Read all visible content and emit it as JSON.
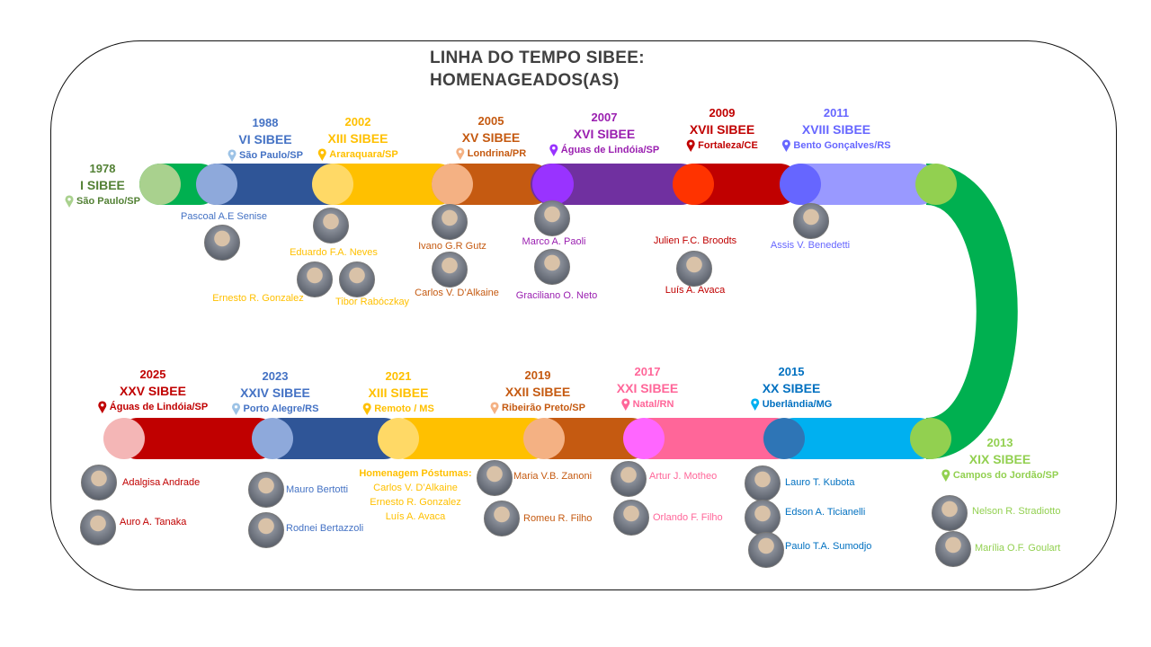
{
  "title": {
    "line1": "LINHA DO TEMPO SIBEE:",
    "line2": "HOMENAGEADOS(AS)"
  },
  "events": [
    {
      "year": "1978",
      "edition": "I SIBEE",
      "city": "São Paulo/SP",
      "color": "#538135",
      "pin_color": "#A9D18E",
      "honorees": []
    },
    {
      "year": "1988",
      "edition": "VI SIBEE",
      "city": "São Paulo/SP",
      "color": "#4472C4",
      "pin_color": "#9DC3E6",
      "honorees": [
        "Pascoal A.E Senise"
      ]
    },
    {
      "year": "2002",
      "edition": "XIII SIBEE",
      "city": "Araraquara/SP",
      "color": "#FFC000",
      "pin_color": "#FFC000",
      "honorees": [
        "Eduardo F.A. Neves",
        "Ernesto R. Gonzalez",
        "Tibor Rabóczkay"
      ]
    },
    {
      "year": "2005",
      "edition": "XV SIBEE",
      "city": "Londrina/PR",
      "color": "#C55A11",
      "pin_color": "#F4B183",
      "honorees": [
        "Ivano G.R Gutz",
        "Carlos V. D’Alkaine"
      ]
    },
    {
      "year": "2007",
      "edition": "XVI SIBEE",
      "city": "Águas de Lindóia/SP",
      "color": "#9A1FB0",
      "pin_color": "#9933FF",
      "honorees": [
        "Marco A. Paoli",
        "Graciliano O. Neto"
      ]
    },
    {
      "year": "2009",
      "edition": "XVII SIBEE",
      "city": "Fortaleza/CE",
      "color": "#C00000",
      "pin_color": "#C00000",
      "honorees": [
        "Julien F.C. Broodts",
        "Luís A. Avaca"
      ]
    },
    {
      "year": "2011",
      "edition": "XVIII SIBEE",
      "city": "Bento Gonçalves/RS",
      "color": "#6666FF",
      "pin_color": "#6666FF",
      "honorees": [
        "Assis V. Benedetti"
      ]
    },
    {
      "year": "2013",
      "edition": "XIX SIBEE",
      "city": "Campos do Jordão/SP",
      "color": "#92D050",
      "pin_color": "#92D050",
      "honorees": [
        "Nelson R. Stradiotto",
        "Marília O.F. Goulart"
      ]
    },
    {
      "year": "2015",
      "edition": "XX SIBEE",
      "city": "Uberlândia/MG",
      "color": "#0070C0",
      "pin_color": "#00B0F0",
      "honorees": [
        "Lauro T. Kubota",
        "Edson A. Ticianelli",
        "Paulo T.A. Sumodjo"
      ]
    },
    {
      "year": "2017",
      "edition": "XXI SIBEE",
      "city": "Natal/RN",
      "color": "#FF6699",
      "pin_color": "#FF6699",
      "honorees": [
        "Artur J. Motheo",
        "Orlando F. Filho"
      ]
    },
    {
      "year": "2019",
      "edition": "XXII SIBEE",
      "city": "Ribeirão Preto/SP",
      "color": "#C55A11",
      "pin_color": "#F4B183",
      "honorees": [
        "Maria V.B. Zanoni",
        "Romeu R. Filho"
      ]
    },
    {
      "year": "2021",
      "edition": "XIII SIBEE",
      "city": "Remoto / MS",
      "color": "#FFC000",
      "pin_color": "#FFC000",
      "honorees": [],
      "posthumous_label": "Homenagem Póstumas:",
      "posthumous": [
        "Carlos V. D’Alkaine",
        "Ernesto R. Gonzalez",
        "Luís A. Avaca"
      ]
    },
    {
      "year": "2023",
      "edition": "XXIV SIBEE",
      "city": "Porto Alegre/RS",
      "color": "#4472C4",
      "pin_color": "#9DC3E6",
      "honorees": [
        "Mauro Bertotti",
        "Rodnei Bertazzoli"
      ]
    },
    {
      "year": "2025",
      "edition": "XXV SIBEE",
      "city": "Águas de Lindóia/SP",
      "color": "#C00000",
      "pin_color": "#C00000",
      "honorees": [
        "Adalgisa Andrade",
        "Auro A. Tanaka"
      ]
    }
  ],
  "track_colors": {
    "top_bars": [
      "#00B050",
      "#2F5597",
      "#FFC000",
      "#C55A11",
      "#7030A0",
      "#C00000",
      "#9999FF"
    ],
    "top_nodes": [
      "#A9D18E",
      "#8EA9DB",
      "#FFD966",
      "#F4B183",
      "#9933FF",
      "#FF3300",
      "#6666FF",
      "#92D050"
    ],
    "curve": "#00B050",
    "bottom_bars": [
      "#C00000",
      "#2F5597",
      "#FFC000",
      "#C55A11",
      "#FF6699",
      "#00B0F0"
    ],
    "bottom_nodes": [
      "#F4B6B6",
      "#8EA9DB",
      "#FFD966",
      "#F4B183",
      "#FF66FF",
      "#2E75B6",
      "#92D050"
    ]
  }
}
